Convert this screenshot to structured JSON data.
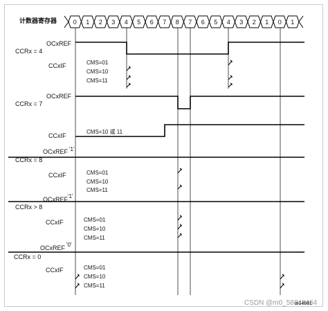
{
  "counter": {
    "label": "计数器寄存器",
    "values": [
      "0",
      "1",
      "2",
      "3",
      "4",
      "5",
      "6",
      "7",
      "8",
      "7",
      "6",
      "5",
      "4",
      "3",
      "2",
      "1",
      "0",
      "1"
    ]
  },
  "blocks": [
    {
      "ccr": "CCRx = 4",
      "ref_label": "OCxREF",
      "ccxif_label": "CCxIF",
      "cms": [
        "CMS=01",
        "CMS=10",
        "CMS=11"
      ]
    },
    {
      "ccr": "CCRx = 7",
      "ref_label": "OCxREF",
      "ccxif_label": "CCxIF",
      "cms_text": "CMS=10 或 11"
    },
    {
      "ccr": "CCRx = 8",
      "ref_label": "OCxREF",
      "level_mark": "'1'",
      "ccxif_label": "CCxIF",
      "cms": [
        "CMS=01",
        "CMS=10",
        "CMS=11"
      ]
    },
    {
      "ccr": "CCRx > 8",
      "ref_label": "OCxREF",
      "level_mark": "'1'",
      "ccxif_label": "CCxIF",
      "cms": [
        "CMS=01",
        "CMS=10",
        "CMS=11"
      ]
    },
    {
      "ccr": "CCRx = 0",
      "ref_label": "OCxREF",
      "level_mark": "'0'",
      "ccxif_label": "CCxIF",
      "cms": [
        "CMS=01",
        "CMS=10",
        "CMS=11"
      ]
    }
  ],
  "watermark": "CSDN @m0_58848464",
  "figure_code": "ai14681"
}
